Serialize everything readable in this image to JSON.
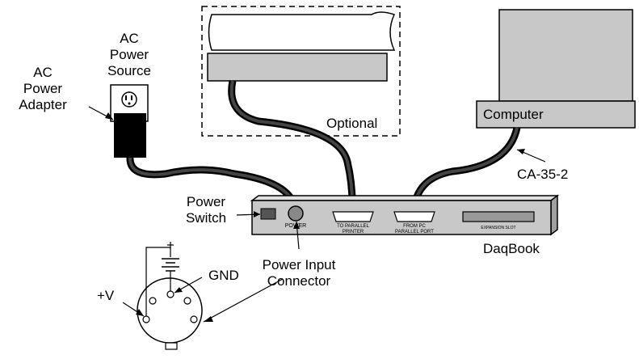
{
  "labels": {
    "ac_power_source": [
      "AC",
      "Power",
      "Source"
    ],
    "ac_power_adapter": [
      "AC",
      "Power",
      "Adapter"
    ],
    "optional": "Optional",
    "computer": "Computer",
    "cable": "CA-35-2",
    "power_switch": [
      "Power",
      "Switch"
    ],
    "daqbook": "DaqBook",
    "power_input_connector": [
      "Power Input",
      "Connector"
    ],
    "gnd": "GND",
    "plus_v": "+V",
    "panel_power": "POWER",
    "panel_printer": [
      "TO PARALLEL",
      "PRINTER"
    ],
    "panel_pc": [
      "FROM PC",
      "PARALLEL PORT"
    ],
    "panel_expansion": "EXPANSION SLOT"
  },
  "colors": {
    "line": "#000000",
    "fill_gray": "#c8c8c8",
    "cable": "#1a1a1a"
  }
}
